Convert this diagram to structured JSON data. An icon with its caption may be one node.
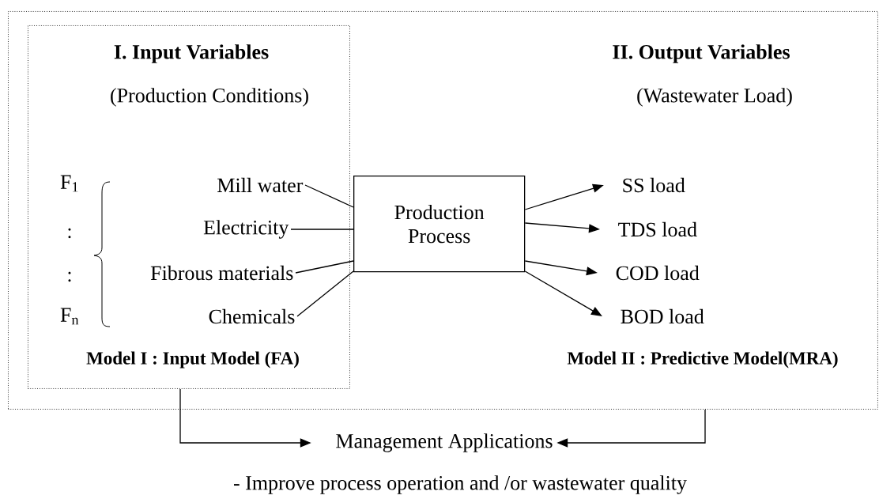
{
  "diagram": {
    "nodes": [
      {
        "text": [
          "II. Output Variables",
          "(Wastewater Load)",
          "Model II : Predictive Model(MRA)"
        ]
      },
      {
        "text": [
          "I. Input Variables",
          "(Production Conditions)",
          "Model I :  Input Model (FA)"
        ],
        "in": 0
      },
      {
        "text": [
          "Mill water"
        ],
        "in": 1
      },
      {
        "text": [
          "Electricity"
        ],
        "in": 1
      },
      {
        "text": [
          "Fibrous materials"
        ],
        "in": 1
      },
      {
        "text": [
          "Chemicals"
        ],
        "in": 1
      },
      {
        "text": [
          "Production Process"
        ],
        "in": 0
      },
      {
        "text": [
          "SS load"
        ],
        "in": 0
      },
      {
        "text": [
          "TDS load"
        ],
        "in": 0
      },
      {
        "text": [
          "COD load"
        ],
        "in": 0
      },
      {
        "text": [
          "BOD load"
        ],
        "in": 0
      },
      {
        "text": [
          "Management Applications"
        ]
      }
    ],
    "edges": [
      {
        "from": 2,
        "to": 6,
        "arrow": "none"
      },
      {
        "from": 3,
        "to": 6,
        "arrow": "none"
      },
      {
        "from": 4,
        "to": 6,
        "arrow": "none"
      },
      {
        "from": 5,
        "to": 6,
        "arrow": "none"
      },
      {
        "from": 6,
        "to": 7,
        "arrow": "to"
      },
      {
        "from": 6,
        "to": 8,
        "arrow": "to"
      },
      {
        "from": 6,
        "to": 9,
        "arrow": "to"
      },
      {
        "from": 6,
        "to": 10,
        "arrow": "to"
      },
      {
        "from": 1,
        "to": 11,
        "arrow": "to"
      },
      {
        "from": 0,
        "to": 11,
        "arrow": "to"
      }
    ],
    "labels": [
      "F$_{1}$",
      ":",
      ":",
      "F$_{n}$",
      "- Improve process operation and /or wastewater quality"
    ]
  }
}
